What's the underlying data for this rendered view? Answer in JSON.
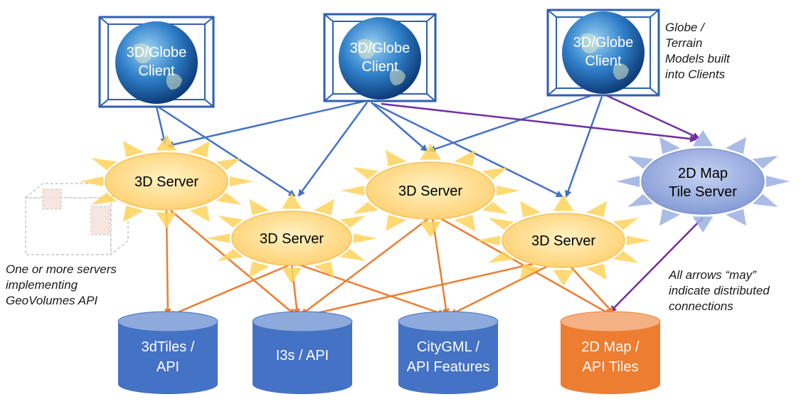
{
  "clients": [
    {
      "line1": "3D/Globe",
      "line2": "Client"
    },
    {
      "line1": "3D/Globe",
      "line2": "Client"
    },
    {
      "line1": "3D/Globe",
      "line2": "Client"
    }
  ],
  "servers": [
    {
      "label": "3D Server"
    },
    {
      "label": "3D Server"
    },
    {
      "label": "3D Server"
    },
    {
      "label": "3D Server"
    }
  ],
  "tile_server": {
    "line1": "2D Map",
    "line2": "Tile Server"
  },
  "databases": [
    {
      "line1": "3dTiles /",
      "line2": "API"
    },
    {
      "line1": "I3s / API",
      "line2": ""
    },
    {
      "line1": "CityGML /",
      "line2": "API Features"
    },
    {
      "line1": "2D Map /",
      "line2": "API Tiles"
    }
  ],
  "notes": {
    "globe": [
      "Globe /",
      "Terrain",
      "Models built",
      "into Clients"
    ],
    "servers": [
      "One or more servers",
      "implementing",
      "GeoVolumes API"
    ],
    "arrows": [
      "All arrows “may”",
      "indicate distributed",
      "connections"
    ]
  },
  "colors": {
    "client_arrow": "#4472c4",
    "server_arrow": "#ed7d31",
    "tile_arrow": "#7030a0",
    "server_fill": "#ffd98c",
    "db_blue": "#4472c4",
    "db_orange": "#ed7d31",
    "tile_server_fill": "#8ea2d8"
  }
}
